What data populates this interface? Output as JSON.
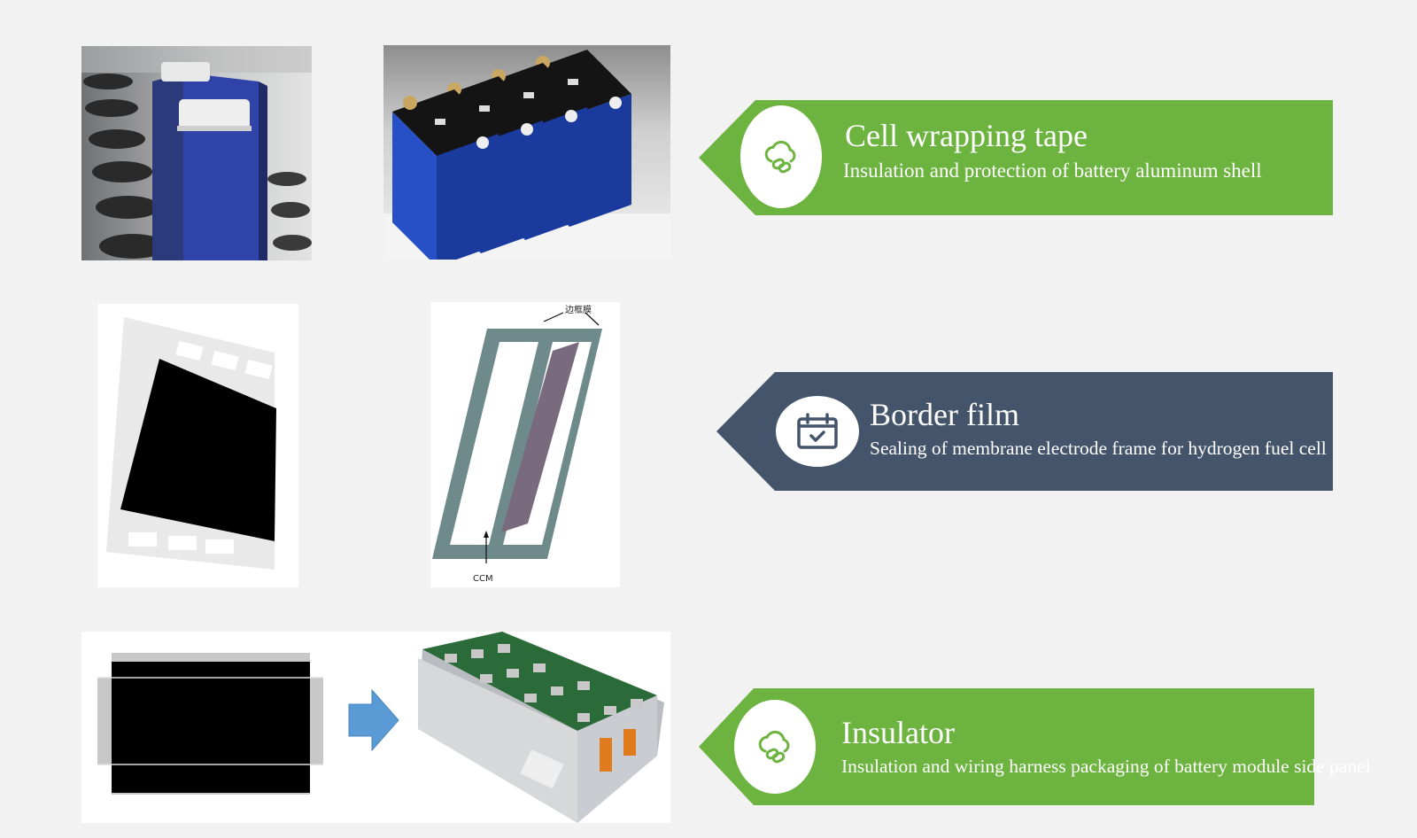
{
  "banners": [
    {
      "title": "Cell wrapping tape",
      "subtitle": "Insulation and protection of battery aluminum shell",
      "icon": "cloud-link-icon",
      "color": "#6db33f"
    },
    {
      "title": "Border film",
      "subtitle": "Sealing of membrane electrode frame for hydrogen fuel cell",
      "icon": "calendar-check-icon",
      "color": "#44546a"
    },
    {
      "title": "Insulator",
      "subtitle": "Insulation and wiring harness packaging of battery module side panel",
      "icon": "cloud-link-icon",
      "color": "#6db33f"
    }
  ],
  "diagram": {
    "top_label": "边框膜",
    "bottom_label": "CCM"
  }
}
